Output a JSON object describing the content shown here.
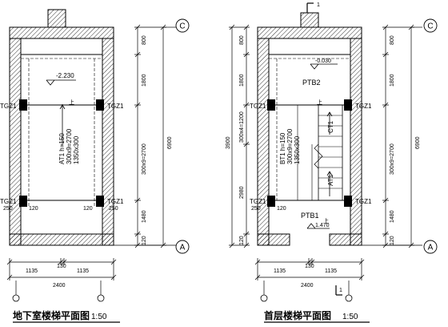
{
  "left_plan": {
    "title": "地下室楼梯平面图",
    "scale": "1:50",
    "elevation": "-2.230",
    "up_label": "上",
    "column_labels": [
      "TGZ1",
      "TGZ1",
      "TGZ1",
      "TGZ1"
    ],
    "stair_notes": [
      "AT1 h=150",
      "300x9=2700",
      "1350x300"
    ],
    "dims_right": [
      "800",
      "1800",
      "300x9=2700",
      "1480",
      "120"
    ],
    "dim_total": "6900",
    "dims_bottom": [
      "1135",
      "130",
      "1135"
    ],
    "dim_bottom_total": "2400",
    "side_dims": [
      "250",
      "120",
      "120",
      "250"
    ],
    "axis_top": "C",
    "axis_bottom": "A"
  },
  "right_plan": {
    "title": "首层楼梯平面图",
    "scale": "1:50",
    "elevation_top": "-0.030",
    "elevation_bottom": "1.470",
    "section_mark": "1",
    "platform_labels": [
      "PTB2",
      "PTB1"
    ],
    "column_labels": [
      "TGZ1",
      "TGZ1",
      "TGZ1",
      "TGZ1"
    ],
    "stair_labels": [
      "CT1",
      "AT1"
    ],
    "stair_notes": [
      "BT1 h=150",
      "300x9=2700",
      "1350x300"
    ],
    "dims_left": [
      "800",
      "1800",
      "300x4=1200",
      "2980",
      "120"
    ],
    "dim_left_total": "3900",
    "dims_right": [
      "800",
      "1800",
      "300x9=2700",
      "1480",
      "120"
    ],
    "dim_total": "6900",
    "dims_bottom": [
      "1135",
      "130",
      "1135"
    ],
    "dim_bottom_total": "2400",
    "side_dims": [
      "250",
      "120"
    ],
    "axis_top": "C",
    "axis_bottom": "A",
    "up_labels": [
      "上",
      "上"
    ]
  }
}
